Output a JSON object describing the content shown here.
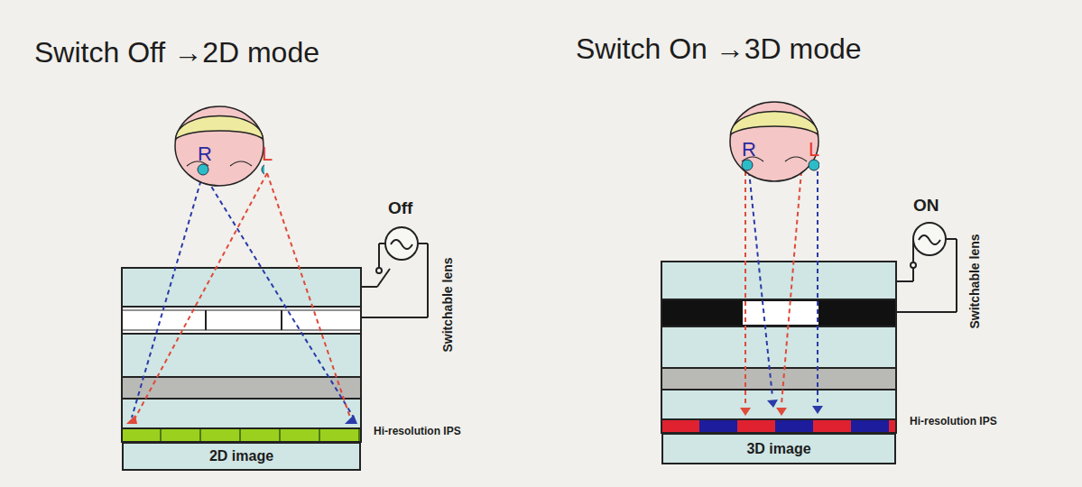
{
  "diagram": {
    "nodes": [
      {
        "text": [
          "R",
          "L"
        ]
      },
      {
        "text": [
          "2D image"
        ]
      },
      {
        "text": [
          "R",
          "L"
        ]
      },
      {
        "text": [
          "3D image"
        ]
      }
    ],
    "labels": [
      "Switch Off →2D mode",
      "Off",
      "Switchable lens",
      "Hi-resolution IPS",
      "Switch On →3D mode",
      "ON",
      "Switchable lens",
      "Hi-resolution IPS"
    ]
  }
}
